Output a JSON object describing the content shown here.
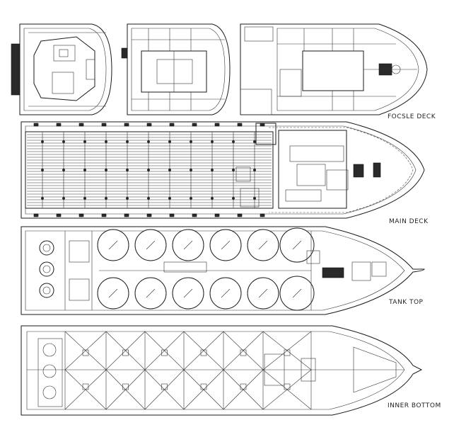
{
  "labels": {
    "focsle_deck": "FOCSLE DECK",
    "main_deck": "MAIN DECK",
    "tank_top": "TANK TOP",
    "inner_bottom": "INNER BOTTOM"
  }
}
